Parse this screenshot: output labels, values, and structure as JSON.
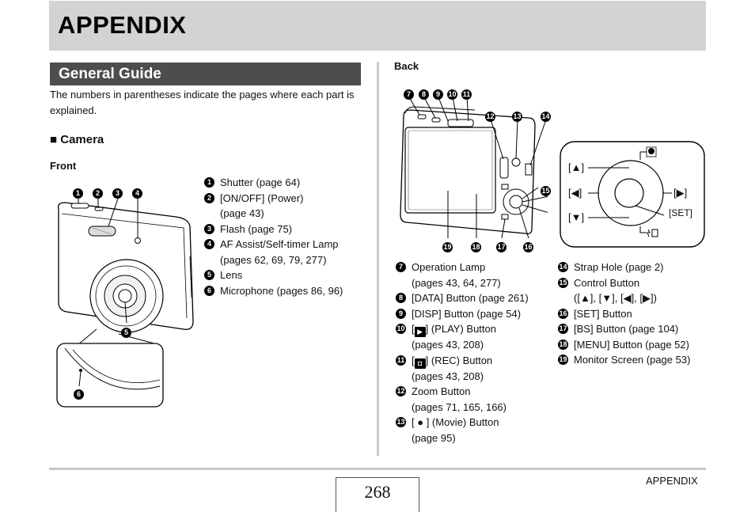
{
  "header": {
    "title": "APPENDIX"
  },
  "section": {
    "title": "General Guide",
    "intro": "The numbers in parentheses indicate the pages where each part is explained."
  },
  "camera": {
    "heading_marker": "■",
    "heading": "Camera",
    "front_label": "Front",
    "back_label": "Back"
  },
  "front_items": [
    {
      "num": "1",
      "text": "Shutter (page 64)"
    },
    {
      "num": "2",
      "text": "[ON/OFF] (Power)"
    },
    {
      "num": "",
      "text": "(page 43)"
    },
    {
      "num": "3",
      "text": "Flash (page 75)"
    },
    {
      "num": "4",
      "text": "AF Assist/Self-timer Lamp"
    },
    {
      "num": "",
      "text": "(pages 62, 69, 79, 277)"
    },
    {
      "num": "5",
      "text": "Lens"
    },
    {
      "num": "6",
      "text": "Microphone (pages 86, 96)"
    }
  ],
  "back_items_left": [
    {
      "num": "7",
      "text": "Operation Lamp"
    },
    {
      "num": "",
      "text": "(pages 43, 64, 277)"
    },
    {
      "num": "8",
      "text": "[DATA] Button (page 261)"
    },
    {
      "num": "9",
      "text": "[DISP] Button (page 54)"
    },
    {
      "num": "10",
      "pre": "[",
      "icon": "▶",
      "text": "] (PLAY) Button"
    },
    {
      "num": "",
      "text": "(pages 43, 208)"
    },
    {
      "num": "11",
      "pre": "[",
      "icon": "◘",
      "text": "] (REC) Button"
    },
    {
      "num": "",
      "text": "(pages 43, 208)"
    },
    {
      "num": "12",
      "text": "Zoom Button"
    },
    {
      "num": "",
      "text": "(pages 71, 165, 166)"
    },
    {
      "num": "13",
      "text": "[ ● ] (Movie) Button"
    },
    {
      "num": "",
      "text": "(page 95)"
    }
  ],
  "back_items_right": [
    {
      "num": "14",
      "text": "Strap Hole (page 2)"
    },
    {
      "num": "15",
      "text": "Control Button"
    },
    {
      "num": "",
      "text": "([▲], [▼], [◀], [▶])"
    },
    {
      "num": "16",
      "text": "[SET] Button"
    },
    {
      "num": "17",
      "text": "[BS] Button (page 104)"
    },
    {
      "num": "18",
      "text": "[MENU] Button (page 52)"
    },
    {
      "num": "19",
      "text": "Monitor Screen (page 53)"
    }
  ],
  "diagram_front": {
    "callouts_top": [
      "1",
      "2",
      "3",
      "4"
    ],
    "callout_lens": "5",
    "callout_mic": "6"
  },
  "diagram_back": {
    "callouts_top": [
      "7",
      "8",
      "9",
      "10",
      "11"
    ],
    "callouts_side": [
      "12",
      "13",
      "14"
    ],
    "callout_control": "15",
    "callouts_bottom": [
      "19",
      "18",
      "17",
      "16"
    ]
  },
  "control_inset": {
    "up": "[▲]",
    "left": "[◀]",
    "right": "[▶]",
    "down": "[▼]",
    "set": "[SET]"
  },
  "footer": {
    "page_number": "268",
    "label": "APPENDIX"
  }
}
